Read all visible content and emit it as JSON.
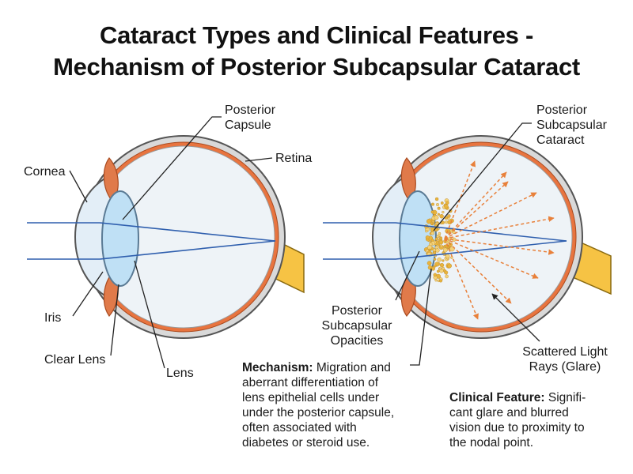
{
  "title": {
    "line1": "Cataract Types and Clinical Features -",
    "line2": "Mechanism of Posterior Subcapsular Cataract"
  },
  "left_eye": {
    "labels": {
      "posterior_capsule": [
        "Posterior",
        "Capsule"
      ],
      "retina": "Retina",
      "cornea": "Cornea",
      "iris": "Iris",
      "clear_lens": "Clear Lens",
      "lens": "Lens"
    }
  },
  "right_eye": {
    "labels": {
      "psc": [
        "Posterior",
        "Subcapsular",
        "Cataract"
      ],
      "opacities": [
        "Posterior",
        "Subcapsular",
        "Opacities"
      ],
      "scattered": [
        "Scattered Light",
        "Rays (Glare)"
      ]
    }
  },
  "mechanism": {
    "heading": "Mechanism:",
    "lines": [
      " Migration and",
      "aberrant differentiation of",
      "lens epithelial cells under",
      "under the posterior capsule,",
      "often associated with",
      "diabetes or steroid use."
    ]
  },
  "clinical_feature": {
    "heading": "Clinical Feature:",
    "lines": [
      " Signifi-",
      "cant glare and blurred",
      "vision due to proximity to",
      "the nodal point."
    ]
  },
  "colors": {
    "sclera": "#8c8c8c",
    "retina": "#e8743f",
    "iris": "#e07a4a",
    "lens": "#bfe0f5",
    "vitreous": "#eef3f7",
    "optic_nerve": "#f6c344",
    "light_ray": "#2f5fae",
    "opacity": "#e9b43c",
    "scatter": "#e8803a"
  }
}
